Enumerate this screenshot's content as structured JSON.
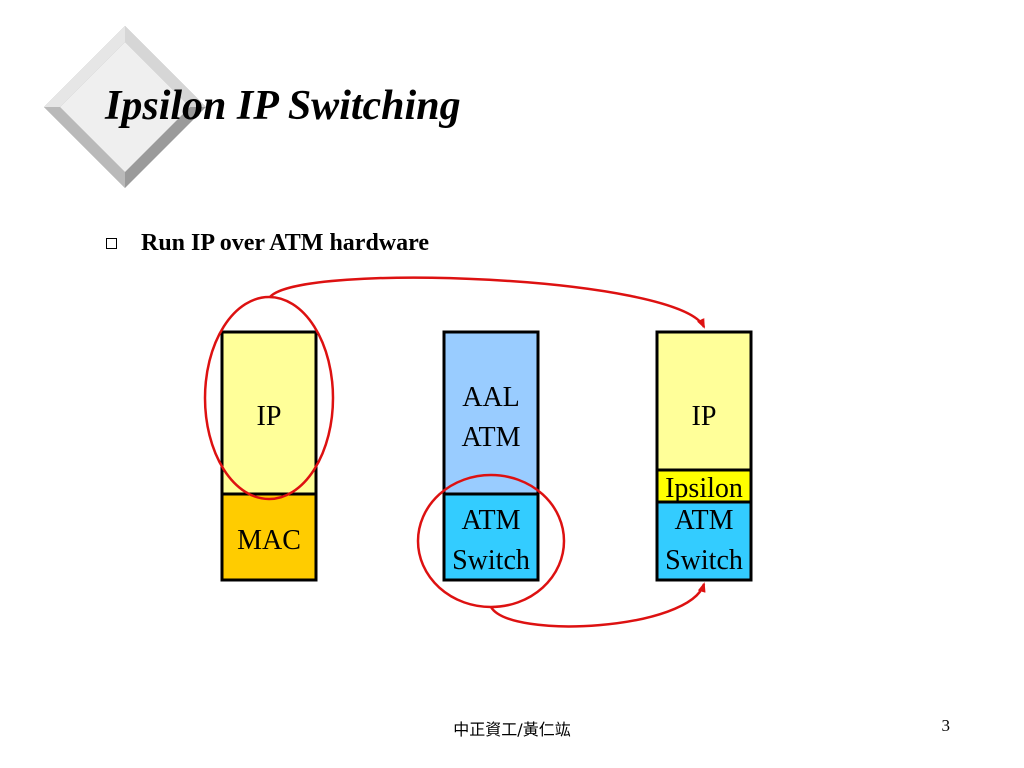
{
  "slide": {
    "title": "Ipsilon IP Switching",
    "bullet": "Run IP over ATM hardware",
    "footer": "中正資工/黃仁竑",
    "page_number": "3"
  },
  "diagram": {
    "stack_left": {
      "upper": "IP",
      "lower": "MAC"
    },
    "stack_middle": {
      "upper_line1": "AAL",
      "upper_line2": "ATM",
      "lower_line1": "ATM",
      "lower_line2": "Switch"
    },
    "stack_right": {
      "upper": "IP",
      "middle": "Ipsilon",
      "lower_line1": "ATM",
      "lower_line2": "Switch"
    }
  },
  "colors": {
    "ip_layer": "#FFFF99",
    "mac_layer": "#FFCC00",
    "aal_atm_layer": "#99CCFF",
    "atm_switch_layer": "#33CCFF",
    "ipsilon_layer": "#FFFF00",
    "highlight": "#DD1111"
  }
}
